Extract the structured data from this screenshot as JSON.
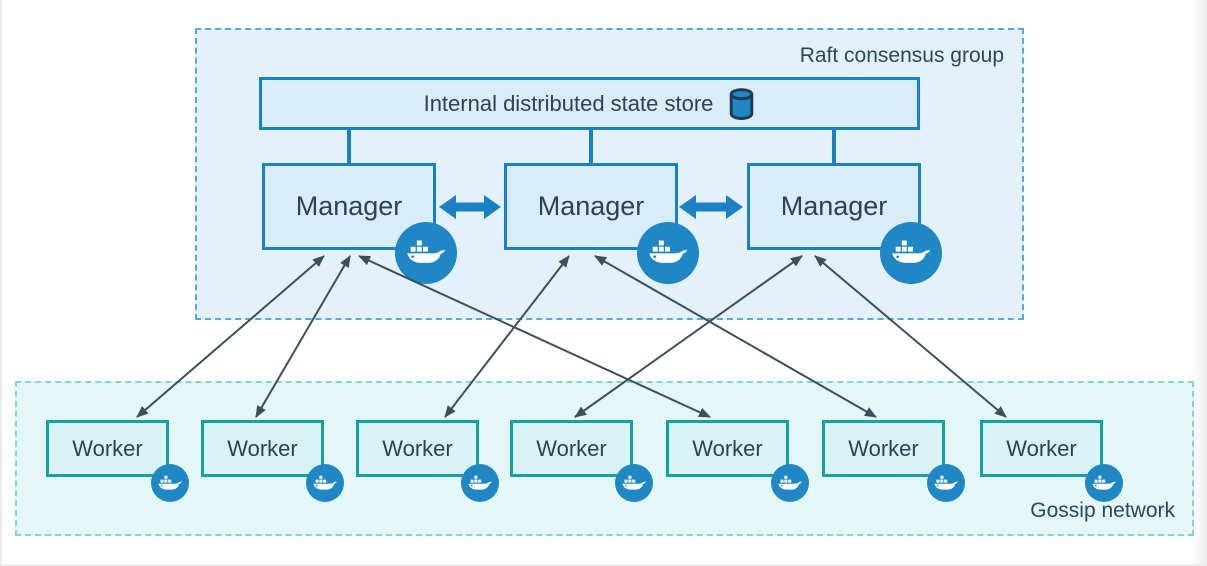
{
  "diagram": {
    "title_context": "Docker swarm mode cluster",
    "raft_group": {
      "label": "Raft consensus group",
      "state_store": {
        "label": "Internal distributed state store",
        "icon": "database-cylinder-icon"
      },
      "managers": [
        {
          "id": "manager-1",
          "label": "Manager",
          "badge_icon": "docker-whale-icon"
        },
        {
          "id": "manager-2",
          "label": "Manager",
          "badge_icon": "docker-whale-icon"
        },
        {
          "id": "manager-3",
          "label": "Manager",
          "badge_icon": "docker-whale-icon"
        }
      ],
      "manager_links": [
        {
          "from": "manager-1",
          "to": "manager-2",
          "type": "thick-bidirectional-arrow"
        },
        {
          "from": "manager-2",
          "to": "manager-3",
          "type": "thick-bidirectional-arrow"
        }
      ]
    },
    "gossip_network": {
      "label": "Gossip network",
      "workers": [
        {
          "id": "worker-1",
          "label": "Worker",
          "badge_icon": "docker-whale-icon"
        },
        {
          "id": "worker-2",
          "label": "Worker",
          "badge_icon": "docker-whale-icon"
        },
        {
          "id": "worker-3",
          "label": "Worker",
          "badge_icon": "docker-whale-icon"
        },
        {
          "id": "worker-4",
          "label": "Worker",
          "badge_icon": "docker-whale-icon"
        },
        {
          "id": "worker-5",
          "label": "Worker",
          "badge_icon": "docker-whale-icon"
        },
        {
          "id": "worker-6",
          "label": "Worker",
          "badge_icon": "docker-whale-icon"
        },
        {
          "id": "worker-7",
          "label": "Worker",
          "badge_icon": "docker-whale-icon"
        }
      ]
    },
    "edges": [
      {
        "from": "manager-1",
        "to": "worker-1",
        "type": "thin-bidirectional-arrow"
      },
      {
        "from": "manager-1",
        "to": "worker-2",
        "type": "thin-bidirectional-arrow"
      },
      {
        "from": "manager-1",
        "to": "worker-5",
        "type": "thin-bidirectional-arrow"
      },
      {
        "from": "manager-2",
        "to": "worker-3",
        "type": "thin-bidirectional-arrow"
      },
      {
        "from": "manager-2",
        "to": "worker-6",
        "type": "thin-bidirectional-arrow"
      },
      {
        "from": "manager-3",
        "to": "worker-4",
        "type": "thin-bidirectional-arrow"
      },
      {
        "from": "manager-3",
        "to": "worker-7",
        "type": "thin-bidirectional-arrow"
      }
    ],
    "colors": {
      "docker_blue": "#1e87c4",
      "blue_border": "#1a81c5",
      "blue_fill": "#d8ecfa",
      "raft_fill": "#e3f1fb",
      "raft_dash": "#5aa8db",
      "teal_border": "#16a2a0",
      "teal_fill": "#d8f3f3",
      "gossip_fill": "#e4f7f7",
      "gossip_dash": "#82d5d3",
      "arrow": "#3d4e5d",
      "label_text": "#2a4760",
      "node_text": "#2b4257"
    }
  }
}
